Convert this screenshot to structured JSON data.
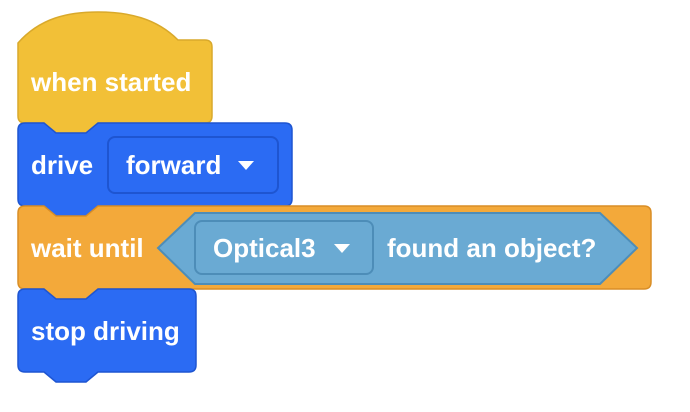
{
  "blocks": {
    "hat": {
      "label": "when started",
      "color": "#F2C037",
      "stroke": "#D9A92B"
    },
    "drive": {
      "label": "drive",
      "dropdown_value": "forward",
      "color": "#2B6BF3",
      "stroke": "#1E55D1"
    },
    "wait": {
      "label": "wait until",
      "color": "#F3A93A",
      "stroke": "#D98E26",
      "condition": {
        "dropdown_value": "Optical3",
        "text": "found an object?",
        "color": "#6AAAD3",
        "stroke": "#4D8DB8"
      }
    },
    "stop": {
      "label": "stop driving",
      "color": "#2B6BF3",
      "stroke": "#1E55D1"
    }
  },
  "icons": {
    "dropdown": "caret-down-icon"
  }
}
